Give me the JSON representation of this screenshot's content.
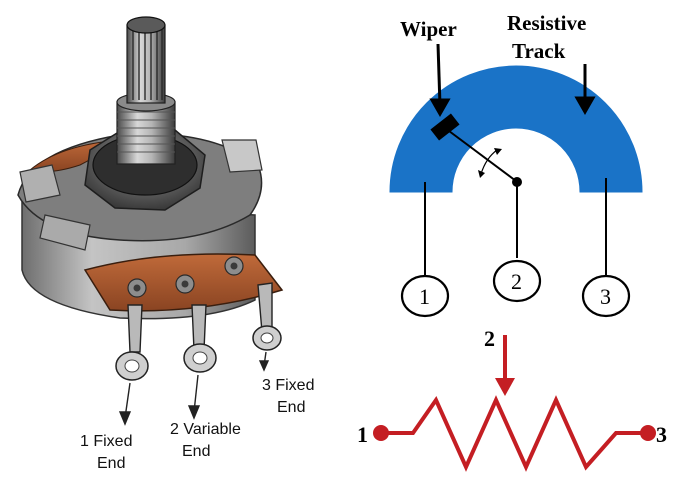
{
  "photo_labels": {
    "pin1_line1": "1 Fixed",
    "pin1_line2": "End",
    "pin2_line1": "2 Variable",
    "pin2_line2": "End",
    "pin3_line1": "3 Fixed",
    "pin3_line2": "End"
  },
  "schematic": {
    "wiper_label": "Wiper",
    "track_label_line1": "Resistive",
    "track_label_line2": "Track",
    "terminal_1": "1",
    "terminal_2": "2",
    "terminal_3": "3"
  },
  "symbol": {
    "terminal_1": "1",
    "terminal_2": "2",
    "terminal_3": "3"
  },
  "colors": {
    "track_blue": "#1a73c7",
    "body_metal": "#9a9a9a",
    "wafer_brown": "#a9582e",
    "symbol_red": "#c41e23"
  }
}
